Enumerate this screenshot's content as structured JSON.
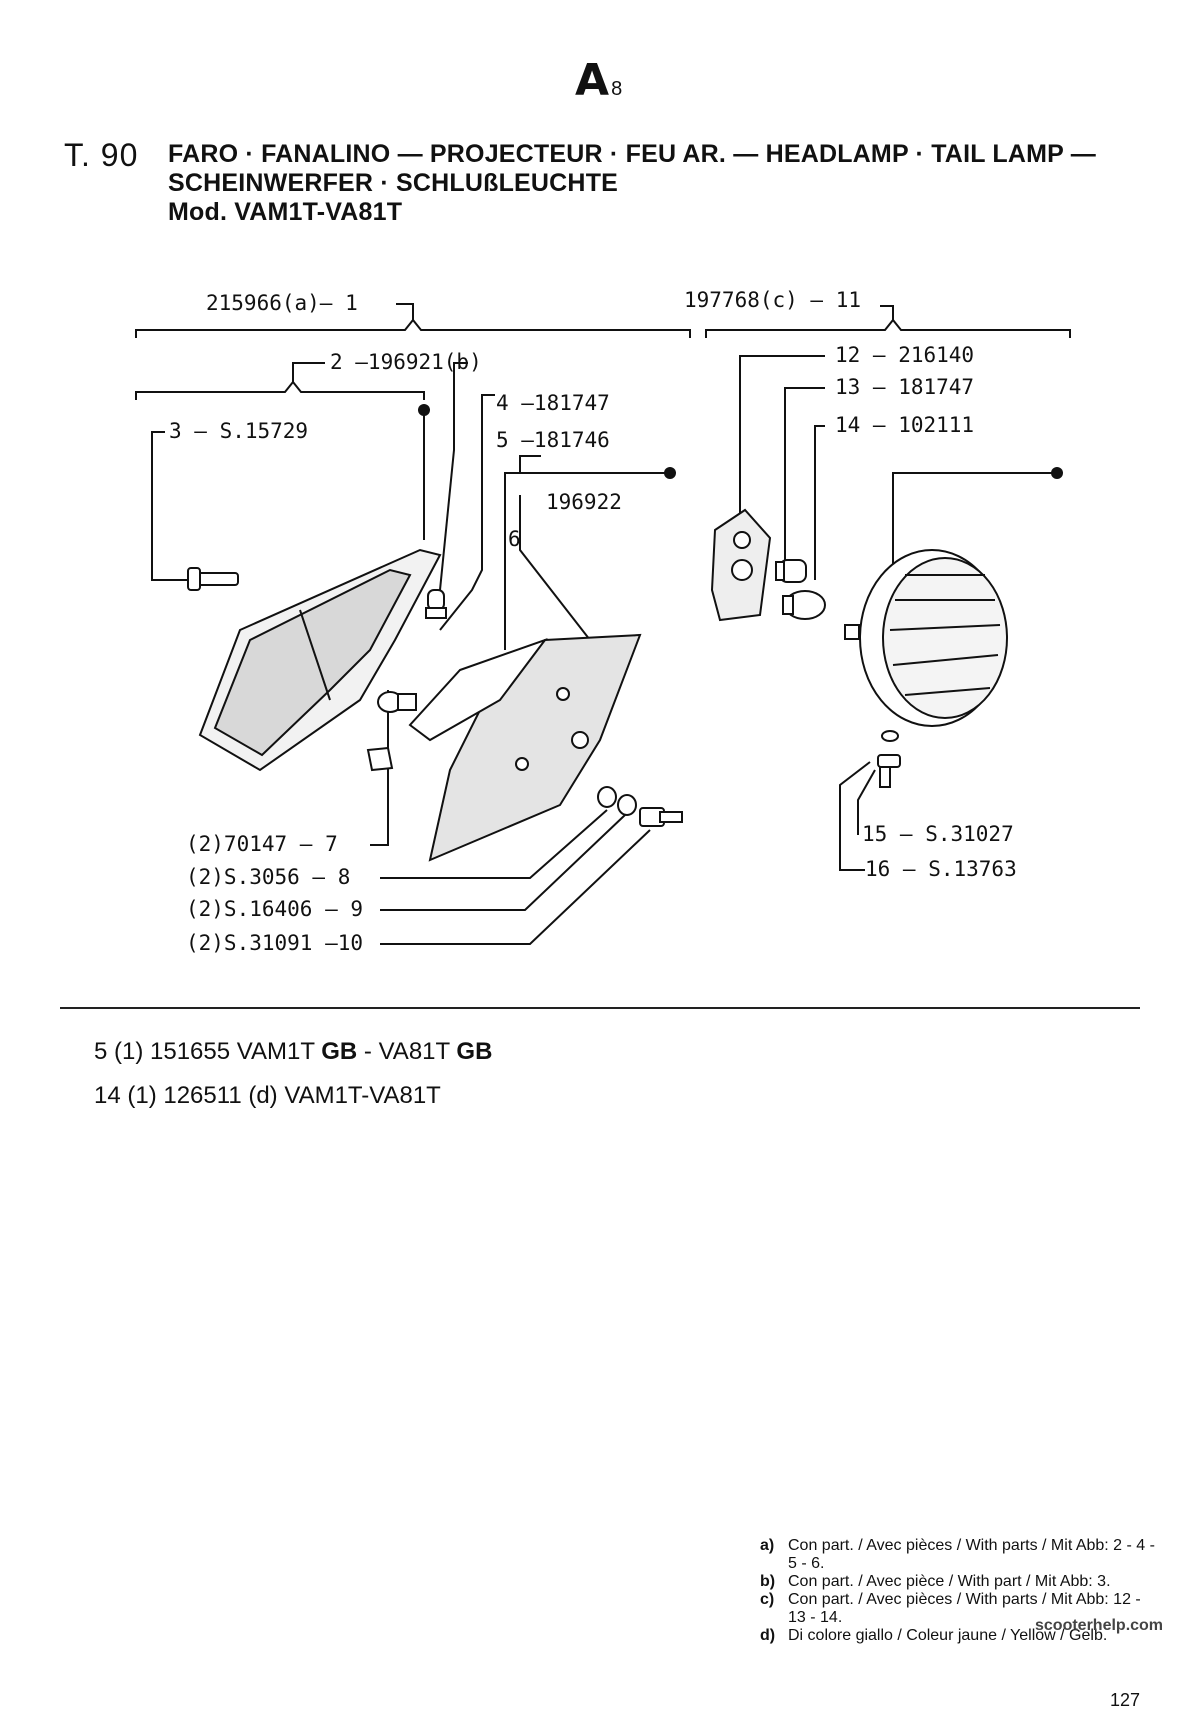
{
  "header": {
    "section_letter": "A",
    "section_sub": "8",
    "table_no": "T. 90",
    "title_line1": "FARO · FANALINO — PROJECTEUR · FEU AR. — HEADLAMP · TAIL LAMP —",
    "title_line2": "SCHEINWERFER · SCHLUßLEUCHTE",
    "title_line3": "Mod. VAM1T-VA81T"
  },
  "diagram": {
    "callouts": {
      "c1": "215966(a)— 1",
      "c11": "197768(c) — 11",
      "c2": "2 —196921(b)",
      "c3": "3 — S.15729",
      "c4": "4 —181747",
      "c5": "5 —181746",
      "c196922": "196922",
      "c6": "6",
      "c12": "12 — 216140",
      "c13": "13 — 181747",
      "c14": "14 — 102111",
      "c7": "(2)70147    — 7",
      "c8": "(2)S.3056  — 8",
      "c9": "(2)S.16406 — 9",
      "c10": "(2)S.31091 —10",
      "c15": "15 — S.31027",
      "c16": "16 — S.13763"
    }
  },
  "notes": {
    "line1_pre": "5 (1) 151655 VAM1T ",
    "line1_b1": "GB",
    "line1_mid": " - VA81T ",
    "line1_b2": "GB",
    "line2": "14 (1) 126511 (d) VAM1T-VA81T"
  },
  "legend": [
    {
      "key": "a)",
      "text": "Con part. / Avec pièces / With parts / Mit Abb: 2 - 4 - 5 - 6."
    },
    {
      "key": "b)",
      "text": "Con part. / Avec pièce / With part / Mit Abb: 3."
    },
    {
      "key": "c)",
      "text": "Con part. / Avec pièces / With parts / Mit Abb: 12 - 13 - 14."
    },
    {
      "key": "d)",
      "text": "Di colore giallo / Coleur jaune / Yellow / Gelb."
    }
  ],
  "watermark": "scooterhelp.com",
  "page_number": "127"
}
